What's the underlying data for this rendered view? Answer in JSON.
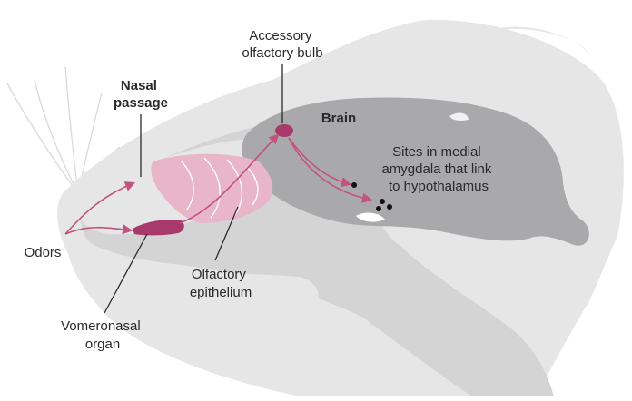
{
  "labels": {
    "accessory_bulb": [
      "Accessory",
      "olfactory bulb"
    ],
    "nasal_passage": [
      "Nasal",
      "passage"
    ],
    "brain": "Brain",
    "amygdala_sites": [
      "Sites in medial",
      "amygdala that link",
      "to hypothalamus"
    ],
    "odors": "Odors",
    "olfactory_epithelium": [
      "Olfactory",
      "epithelium"
    ],
    "vomeronasal_organ": [
      "Vomeronasal",
      "organ"
    ]
  },
  "colors": {
    "head_light": "#e6e6e6",
    "head_mid": "#d4d4d4",
    "brain": "#a9a9ab",
    "epithelium": "#e9b6c9",
    "organ": "#a83a6b",
    "arrow": "#c2537f",
    "leader": "#2a2a2a",
    "dot": "#111111"
  }
}
